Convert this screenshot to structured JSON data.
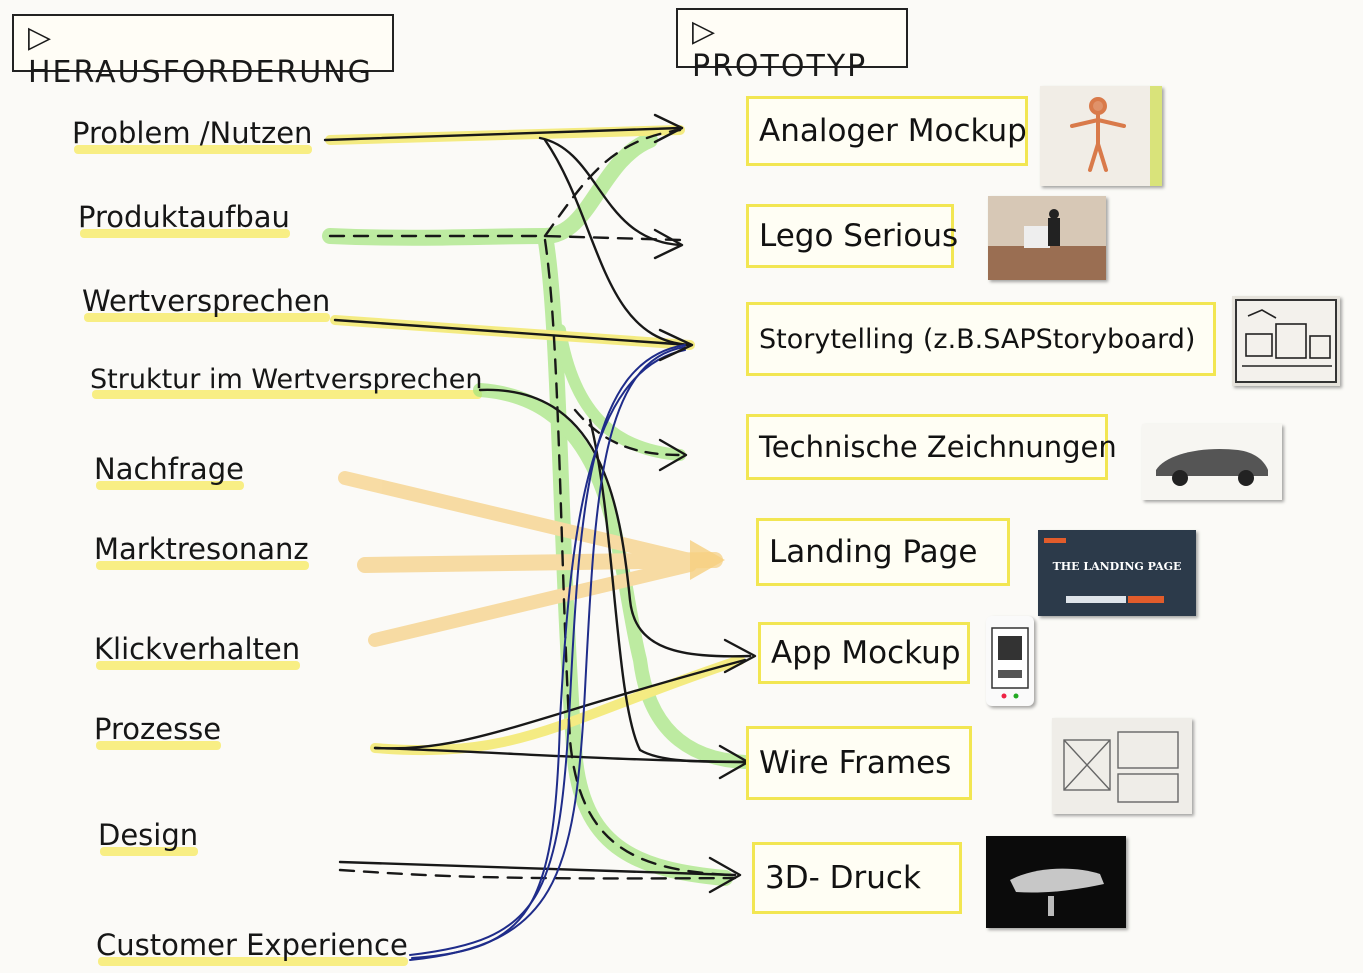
{
  "headers": {
    "challenge": "HERAUSFORDERUNG",
    "prototype": "PROTOTYP",
    "marker": "▷"
  },
  "challenges": [
    "Problem /Nutzen",
    "Produktaufbau",
    "Wertversprechen",
    "Struktur im Wertversprechen",
    "Nachfrage",
    "Marktresonanz",
    "Klickverhalten",
    "Prozesse",
    "Design",
    "Customer Experience"
  ],
  "prototypes": [
    "Analoger Mockup",
    "Lego Serious",
    "Storytelling (z.B.SAPStoryboard)",
    "Technische Zeichnungen",
    "Landing Page",
    "App Mockup",
    "Wire Frames",
    "3D- Druck"
  ],
  "photos": {
    "landing_page_title": "THE LANDING PAGE"
  },
  "colors": {
    "highlight_yellow": "#f2e652",
    "highlight_green": "#9be27a",
    "highlight_orange": "#f6cf80",
    "ink": "#161616",
    "ink_blue": "#1f2c8a"
  }
}
